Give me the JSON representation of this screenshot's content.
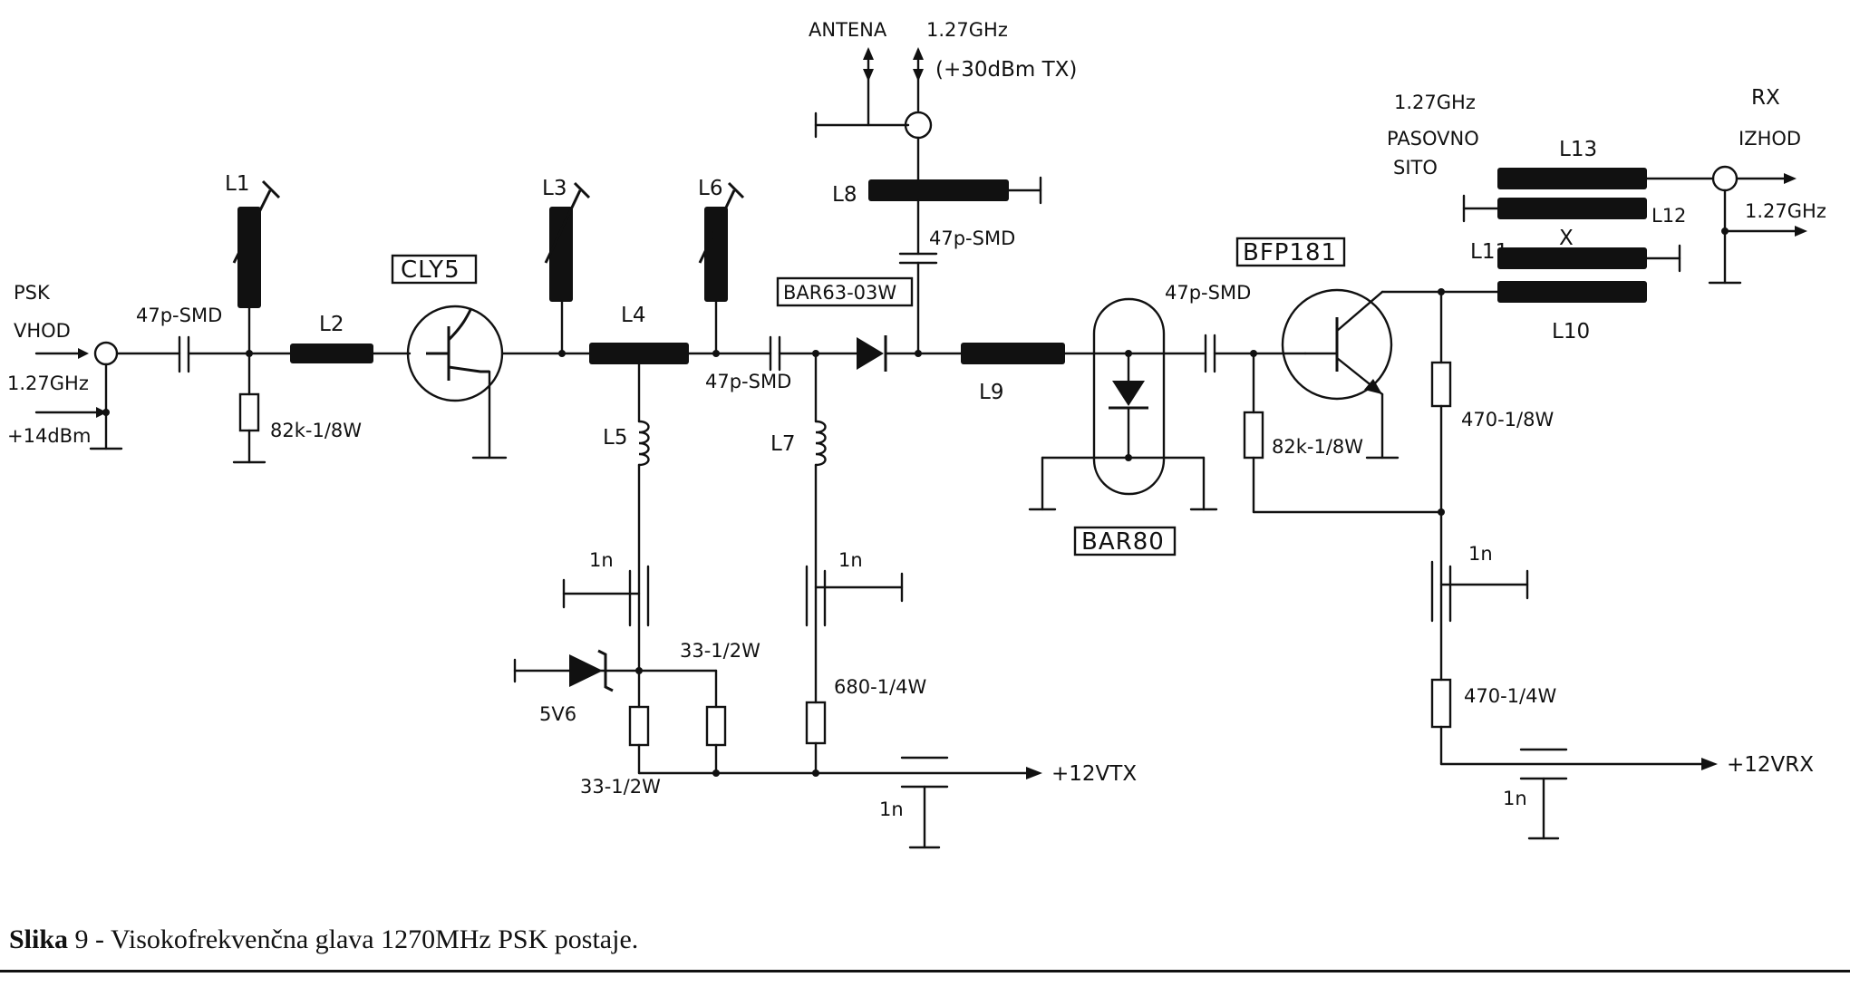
{
  "diagram": {
    "labels": {
      "psk": "PSK",
      "vhod": "VHOD",
      "in_freq": "1.27GHz",
      "in_power": "+14dBm",
      "c_in": "47p-SMD",
      "L1": "L1",
      "r1": "82k-1/8W",
      "L2": "L2",
      "clys": "CLY5",
      "L3": "L3",
      "L4": "L4",
      "L6": "L6",
      "L5": "L5",
      "c_mid": "47p-SMD",
      "bar63": "BAR63-03W",
      "L7": "L7",
      "antena": "ANTENA",
      "ant_freq": "1.27GHz",
      "ant_power": "(+30dBm TX)",
      "L8": "L8",
      "c_ant": "47p-SMD",
      "L9": "L9",
      "bar80": "BAR80",
      "c_bfp": "47p-SMD",
      "bfp": "BFP181",
      "r_bfp": "82k-1/8W",
      "r_470a": "470-1/8W",
      "filter_freq": "1.27GHz",
      "pasovno": "PASOVNO",
      "sito": "SITO",
      "L13": "L13",
      "L12": "L12",
      "L11": "L11",
      "L10": "L10",
      "x_mark": "X",
      "rx": "RX",
      "izhod": "IZHOD",
      "out_freq": "1.27GHz",
      "c_1n_a": "1n",
      "c_1n_b": "1n",
      "c_1n_c": "1n",
      "c_1n_d": "1n",
      "c_1n_e": "1n",
      "zener": "5V6",
      "r33_top": "33-1/2W",
      "r33_bot": "33-1/2W",
      "r680": "680-1/4W",
      "r470b": "470-1/4W",
      "vtx": "+12VTX",
      "vrx": "+12VRX"
    }
  },
  "caption": {
    "prefix": "Slika",
    "number": "9",
    "dash": "-",
    "text": "Visokofrekvenčna glava 1270MHz PSK postaje."
  }
}
